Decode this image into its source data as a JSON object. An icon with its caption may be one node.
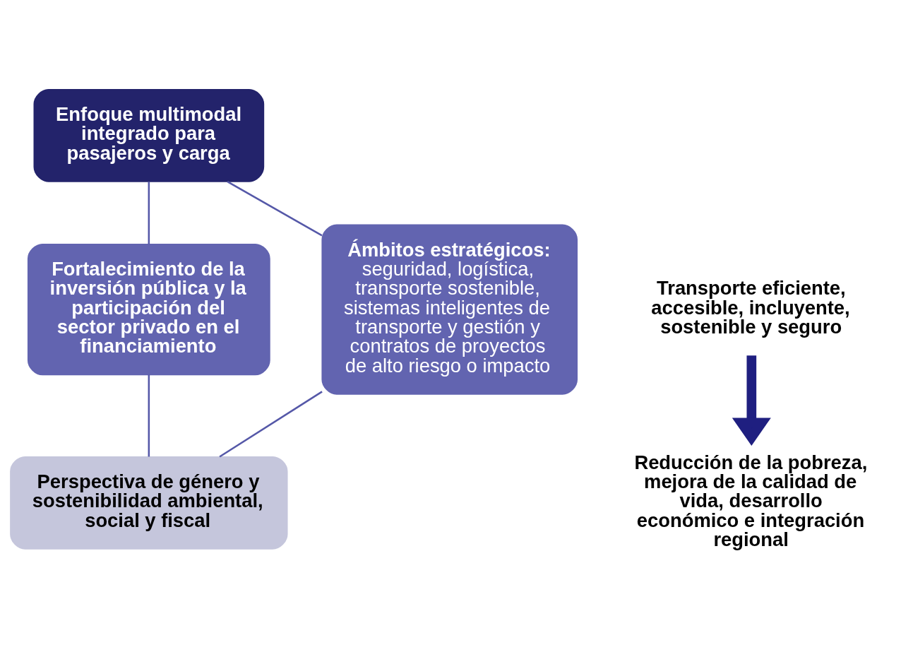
{
  "diagram": {
    "nodes": [
      {
        "text": [
          "Enfoque multimodal integrado para pasajeros y carga"
        ]
      },
      {
        "text": [
          "Ámbitos estratégicos:",
          "seguridad, logística, transporte sostenible, sistemas inteligentes de transporte y gestión y contratos de proyectos de alto riesgo o impacto"
        ]
      },
      {
        "text": [
          "Transporte eficiente, accesible, incluyente, sostenible y seguro"
        ]
      },
      {
        "text": [
          "Reducción de la pobreza, mejora de la calidad de vida, desarrollo económico e integración regional"
        ]
      },
      {
        "text": [
          "Fortalecimiento de la inversión pública y la participación del sector privado en el financiamiento"
        ]
      },
      {
        "text": [
          "Perspectiva de género y sostenibilidad ambiental, social y fiscal"
        ]
      }
    ],
    "edges": [
      {
        "from": 0,
        "to": 4,
        "arrow": "none"
      },
      {
        "from": 4,
        "to": 5,
        "arrow": "none"
      },
      {
        "from": 5,
        "to": 1,
        "arrow": "none"
      },
      {
        "from": 1,
        "to": 0,
        "arrow": "none"
      },
      {
        "from": 2,
        "to": 3,
        "arrow": "to",
        "style": "thick",
        "color": "#1f1f80"
      }
    ]
  }
}
